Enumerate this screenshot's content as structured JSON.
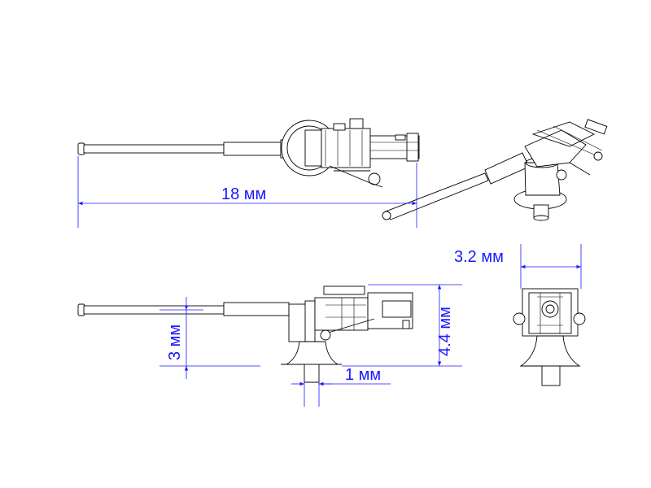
{
  "dimensions": {
    "length": "18 мм",
    "width": "3.2 мм",
    "height": "4.4 мм",
    "axis_height": "3 мм",
    "base_width": "1 мм"
  },
  "colors": {
    "dimension": "#1a1aff",
    "outline": "#000000",
    "background": "#ffffff"
  }
}
